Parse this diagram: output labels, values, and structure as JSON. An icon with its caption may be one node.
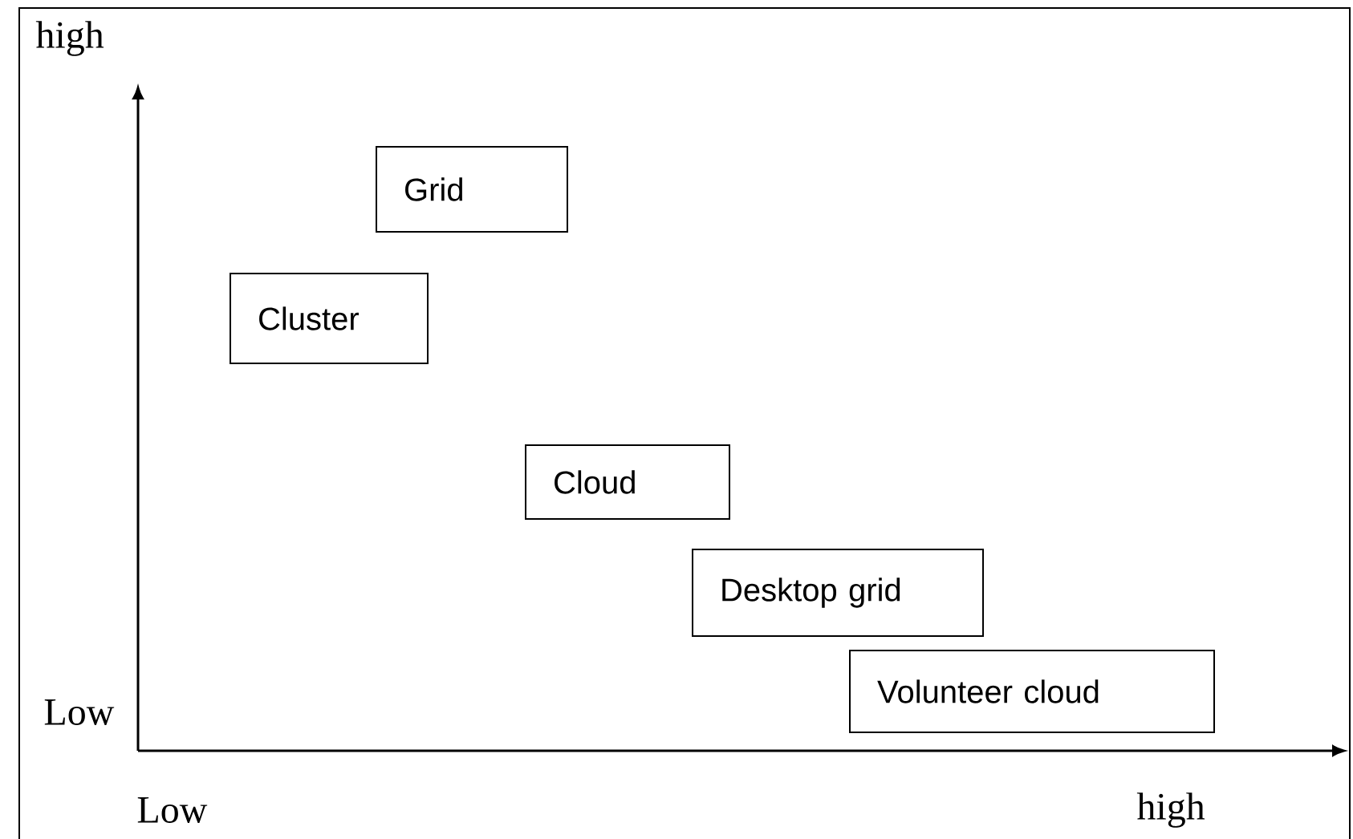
{
  "diagram": {
    "nodes": [
      {
        "text": [
          "Grid"
        ]
      },
      {
        "text": [
          "Cluster"
        ]
      },
      {
        "text": [
          "Cloud"
        ]
      },
      {
        "text": [
          "Desktop grid"
        ]
      },
      {
        "text": [
          "Volunteer cloud"
        ]
      }
    ],
    "edges": [],
    "labels": [
      "high",
      "Low",
      "Low",
      "high"
    ]
  }
}
